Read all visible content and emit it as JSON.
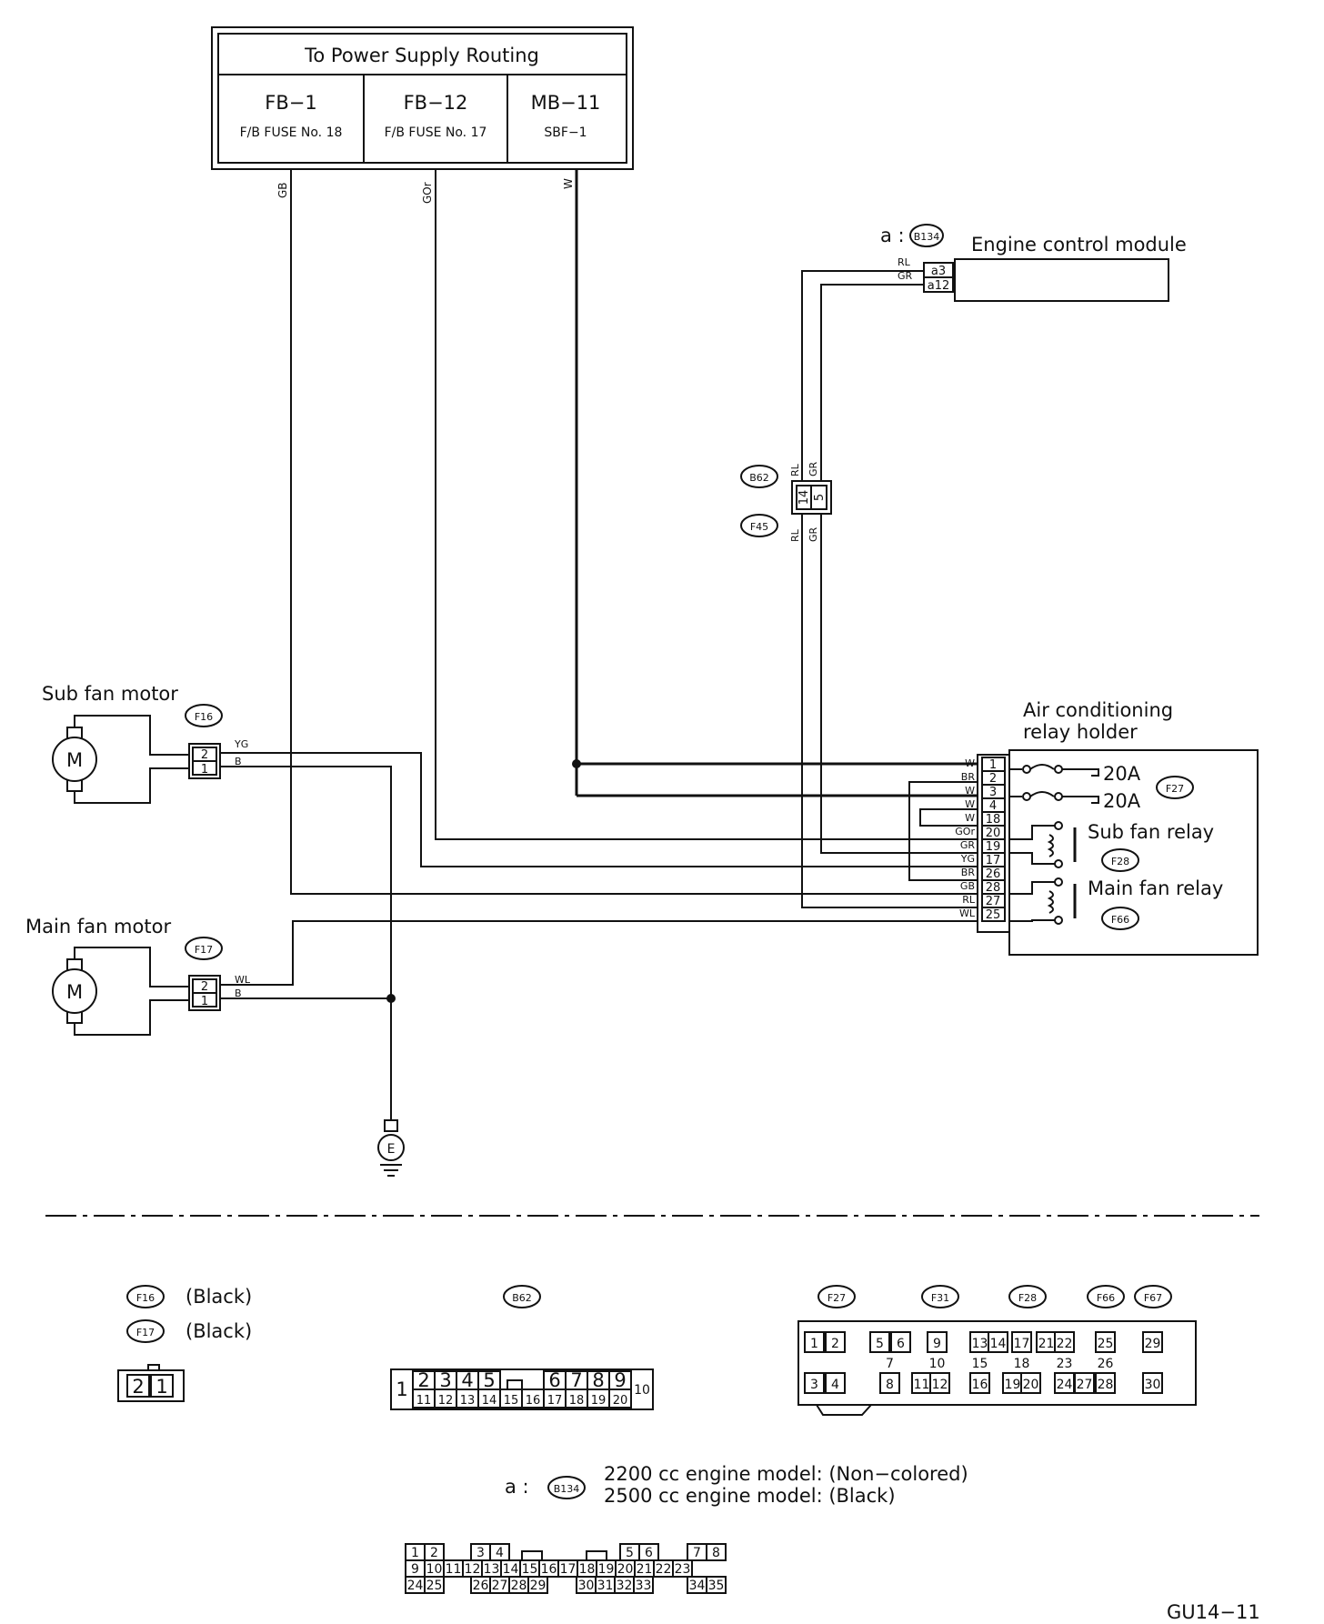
{
  "power": {
    "title": "To Power Supply Routing",
    "sources": [
      {
        "code": "FB−1",
        "desc": "F/B FUSE No. 18"
      },
      {
        "code": "FB−12",
        "desc": "F/B FUSE No. 17"
      },
      {
        "code": "MB−11",
        "desc": "SBF−1"
      }
    ]
  },
  "wires": {
    "gb": "GB",
    "gor": "GOr",
    "w": "W",
    "rl": "RL",
    "gr": "GR",
    "yg": "YG",
    "b": "B",
    "wl": "WL",
    "br": "BR"
  },
  "ecm": {
    "prefix": "a :",
    "connector": "B134",
    "title": "Engine control module",
    "pins": [
      "a3",
      "a12"
    ]
  },
  "b62": {
    "id": "B62",
    "pins": [
      "14",
      "5"
    ]
  },
  "f45": {
    "id": "F45"
  },
  "sub_fan": {
    "label": "Sub fan motor",
    "connector": "F16",
    "pins": [
      "2",
      "1"
    ],
    "motor": "M"
  },
  "main_fan": {
    "label": "Main fan motor",
    "connector": "F17",
    "pins": [
      "2",
      "1"
    ],
    "motor": "M"
  },
  "relay_holder": {
    "title_line1": "Air conditioning",
    "title_line2": "relay holder",
    "pins": [
      "1",
      "2",
      "3",
      "4",
      "18",
      "20",
      "19",
      "17",
      "26",
      "28",
      "27",
      "25"
    ],
    "pin_wires": [
      "W",
      "BR",
      "W",
      "W",
      "W",
      "GOr",
      "GR",
      "YG",
      "BR",
      "GB",
      "RL",
      "WL"
    ],
    "fuse1": "20A",
    "fuse2": "20A",
    "f27": "F27",
    "sub_relay": "Sub fan relay",
    "f28": "F28",
    "main_relay": "Main fan relay",
    "f66": "F66"
  },
  "ground": {
    "symbol": "E"
  },
  "legend": {
    "f16": {
      "id": "F16",
      "color": "(Black)"
    },
    "f17": {
      "id": "F17",
      "color": "(Black)"
    },
    "f16_pins": [
      "2",
      "1"
    ],
    "b62": {
      "id": "B62",
      "left": "1",
      "right": "10",
      "top": [
        "2",
        "3",
        "4",
        "5",
        "",
        "6",
        "7",
        "8",
        "9"
      ],
      "bottom": [
        "11",
        "12",
        "13",
        "14",
        "15",
        "16",
        "17",
        "18",
        "19",
        "20"
      ]
    },
    "relay_ids": [
      "F27",
      "F31",
      "F28",
      "F66",
      "F67"
    ],
    "relay_block": {
      "r1": [
        "1",
        "2",
        "5",
        "6",
        "9",
        "13",
        "14",
        "17",
        "21",
        "22",
        "25",
        "29"
      ],
      "r2": [
        "7",
        "10",
        "15",
        "18",
        "23",
        "26"
      ],
      "r3": [
        "3",
        "4",
        "8",
        "11",
        "12",
        "16",
        "19",
        "20",
        "24",
        "27",
        "28",
        "30"
      ]
    },
    "b134": {
      "prefix": "a :",
      "id": "B134",
      "line1": "2200 cc engine model: (Non−colored)",
      "line2": "2500 cc engine model: (Black)"
    },
    "b134_block": {
      "r1": [
        "1",
        "2",
        "3",
        "4",
        "5",
        "6",
        "7",
        "8"
      ],
      "r2": [
        "9",
        "10",
        "11",
        "12",
        "13",
        "14",
        "15",
        "16",
        "17",
        "18",
        "19",
        "20",
        "21",
        "22",
        "23"
      ],
      "r3": [
        "24",
        "25",
        "26",
        "27",
        "28",
        "29",
        "30",
        "31",
        "32",
        "33",
        "34",
        "35"
      ]
    }
  },
  "figure_id": "GU14−11"
}
